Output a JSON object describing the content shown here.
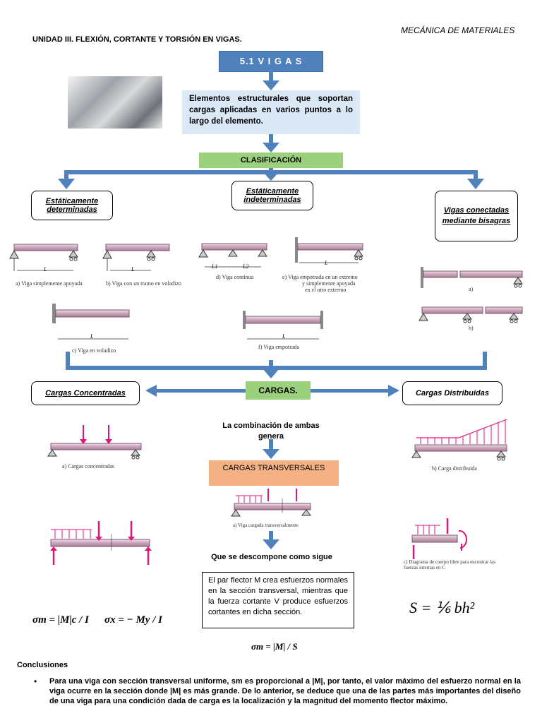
{
  "header": {
    "course": "MECÁNICA DE MATERIALES",
    "unit": "UNIDAD III. FLEXIÓN, CORTANTE Y TORSIÓN EN VIGAS."
  },
  "title": "5.1 V  I G A S",
  "definition": "Elementos estructurales que soportan cargas aplicadas en varios puntos a lo largo del elemento.",
  "classification": {
    "label": "CLASIFICACIÓN",
    "types": [
      "Estáticamente determinadas",
      "Estáticamente indeterminadas",
      "Vigas conectadas mediante bisagras"
    ]
  },
  "beams": {
    "a": "a) Viga simplemente apoyada",
    "b": "b) Viga con un tramo en voladizo",
    "c": "c) Viga en voladizo",
    "d": "d) Viga continua",
    "e1": "e) Viga empotrada en un extremo",
    "e2": "y simplemente apoyada",
    "e3": "en el otro extremo",
    "f": "f) Viga empotrada",
    "hinge_a": "a)",
    "hinge_b": "b)",
    "L": "L",
    "L1": "L1",
    "L2": "L2"
  },
  "loads": {
    "label": "CARGAS.",
    "concentrated": "Cargas Concentradas",
    "distributed": "Cargas Distribuidas",
    "combination": "La combinación de ambas genera",
    "transverse": "CARGAS TRANSVERSALES",
    "decompose": "Que se descompone como sigue",
    "cap_concentrated": "a) Cargas concentradas",
    "cap_distributed": "b) Carga distribuida",
    "cap_transverse": "a) Viga cargada transversalmente",
    "cap_fbd": "c) Diagrama de cuerpo libre para encontrar las fuerzas internas en C"
  },
  "explanation": "El par flector M crea esfuerzos normales en la sección transversal, mientras que la fuerza cortante V produce esfuerzos cortantes en dicha sección.",
  "formulas": {
    "sigma_m": "σm = |M|c / I",
    "sigma_x": "σx = − My / I",
    "section_modulus": "S = ⅙ bh²",
    "sigma_s": "σm = |M| / S"
  },
  "conclusions": {
    "title": "Conclusiones",
    "text": "Para una viga con sección transversal uniforme, sm es proporcional a |M|, por tanto, el valor máximo del esfuerzo normal en la viga ocurre en la sección donde |M| es más grande. De lo anterior, se deduce que una de las partes más importantes del diseño de una viga para una condición dada de carga es la localización y la magnitud del momento flector máximo."
  },
  "colors": {
    "blue": "#4f81bd",
    "green": "#9bd07c",
    "orange": "#f4b183",
    "lightblue": "#dbe8f5",
    "magenta": "#e0157a",
    "beam": "#d7b8cb"
  }
}
